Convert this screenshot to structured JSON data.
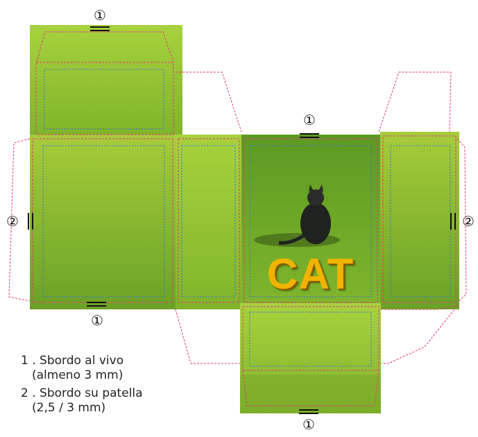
{
  "markers": {
    "top_flap": "①",
    "top_center": "①",
    "left_side": "②",
    "right_side": "②",
    "left_bottom": "①",
    "bottom_flap": "①"
  },
  "front_panel": {
    "title": "CAT"
  },
  "legend": [
    {
      "number": "1 .",
      "label": "Sbordo al vivo",
      "detail": "(almeno 3 mm)"
    },
    {
      "number": "2 .",
      "label": "Sbordo su patella",
      "detail": "(2,5 / 3 mm)"
    }
  ],
  "colors": {
    "grass_light": "#9cc83a",
    "grass_dark": "#5e9a1e",
    "cut_line": "#e8327a",
    "safe_line": "#3a6fd8",
    "title": "#f0b400"
  }
}
